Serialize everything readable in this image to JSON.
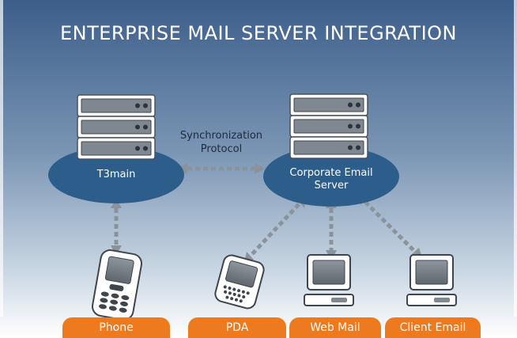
{
  "title": "ENTERPRISE MAIL SERVER INTEGRATION",
  "nodes": {
    "t3main": "T3main",
    "corporate_email_line1": "Corporate Email",
    "corporate_email_line2": "Server"
  },
  "sync_label_line1": "Synchronization",
  "sync_label_line2": "Protocol",
  "devices": {
    "phone": "Phone",
    "pda": "PDA",
    "web_mail": "Web Mail",
    "client_email": "Client Email"
  },
  "colors": {
    "background_top": "#3c5e8a",
    "background_bottom": "#ffffff",
    "node_ellipse": "#2d5d8a",
    "device_tag": "#ee7a20",
    "connector": "#8a939c"
  },
  "icons": [
    "server-icon",
    "mobile-phone-icon",
    "pda-icon",
    "desktop-computer-icon"
  ]
}
